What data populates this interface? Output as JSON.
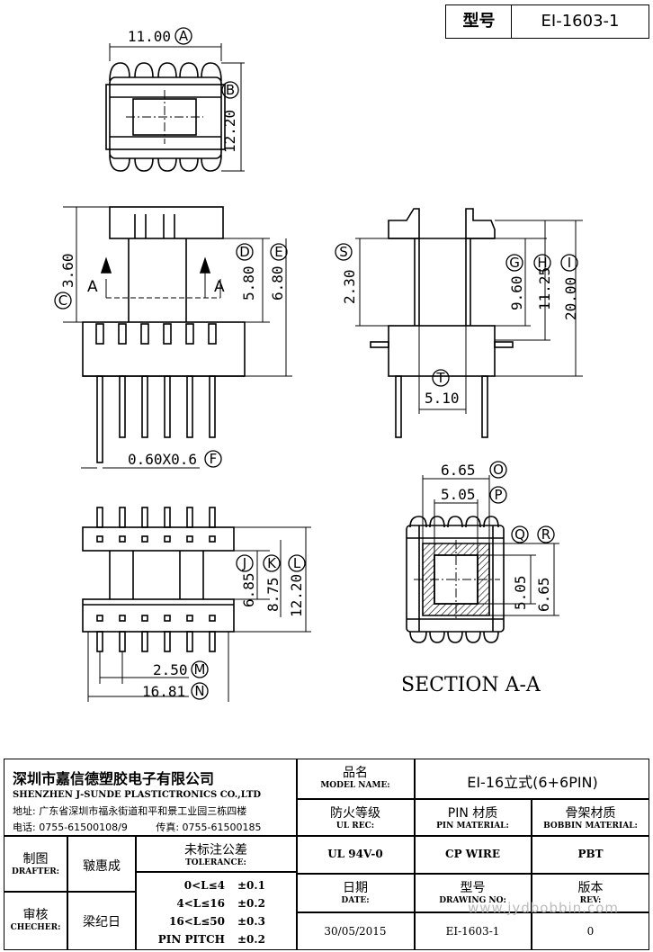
{
  "top_box": {
    "label": "型号",
    "value": "EI-1603-1"
  },
  "dims": {
    "A": "11.00",
    "B": "12.20",
    "C": "3.60",
    "D": "5.80",
    "E": "6.80",
    "F": "0.60X0.6",
    "G": "9.60",
    "H": "11.25",
    "I": "20.00",
    "J": "6.85",
    "K": "8.75",
    "L": "12.20",
    "M": "2.50",
    "N": "16.81",
    "O": "6.65",
    "P": "5.05",
    "Q": "5.05",
    "R": "6.65",
    "S": "2.30",
    "T": "5.10"
  },
  "letters": [
    "A",
    "B",
    "C",
    "D",
    "E",
    "F",
    "G",
    "H",
    "I",
    "J",
    "K",
    "L",
    "M",
    "N",
    "O",
    "P",
    "Q",
    "R",
    "S",
    "T"
  ],
  "section_mark": "A",
  "section_title": "SECTION A-A",
  "company": {
    "cn": "深圳市嘉信德塑胶电子有限公司",
    "en": "SHENZHEN J-SUNDE PLASTICTRONICS CO.,LTD",
    "addr": "地址: 广东省深圳市福永街道和平和景工业园三栋四楼",
    "tel": "电话: 0755-61500108/9",
    "fax": "传真: 0755-61500185"
  },
  "fields": {
    "model_name_cn": "品名",
    "model_name_en": "MODEL NAME:",
    "model_name_val": "EI-16立式(6+6PIN)",
    "ul_cn": "防火等级",
    "ul_en": "UL REC:",
    "ul_val": "UL 94V-0",
    "pin_cn": "PIN 材质",
    "pin_en": "PIN MATERIAL:",
    "pin_val": "CP WIRE",
    "bobbin_cn": "骨架材质",
    "bobbin_en": "BOBBIN MATERIAL:",
    "bobbin_val": "PBT",
    "date_cn": "日期",
    "date_en": "DATE:",
    "date_val": "30/05/2015",
    "drawing_cn": "型号",
    "drawing_en": "DRAWING NO:",
    "drawing_val": "EI-1603-1",
    "rev_cn": "版本",
    "rev_en": "REV:",
    "rev_val": "0",
    "drafter_cn": "制图",
    "drafter_en": "DRAFTER:",
    "drafter_val": "皲惠成",
    "checker_cn": "审核",
    "checker_en": "CHECHER:",
    "checker_val": "梁纪日",
    "tol_cn": "未标注公差",
    "tol_en": "TOLERANCE:"
  },
  "tolerances": [
    {
      "range": "0<L≤4",
      "value": "±0.1"
    },
    {
      "range": "4<L≤16",
      "value": "±0.2"
    },
    {
      "range": "16<L≤50",
      "value": "±0.3"
    },
    {
      "range": "PIN PITCH",
      "value": "±0.2"
    }
  ],
  "watermark": "www.jydbobbin.com"
}
